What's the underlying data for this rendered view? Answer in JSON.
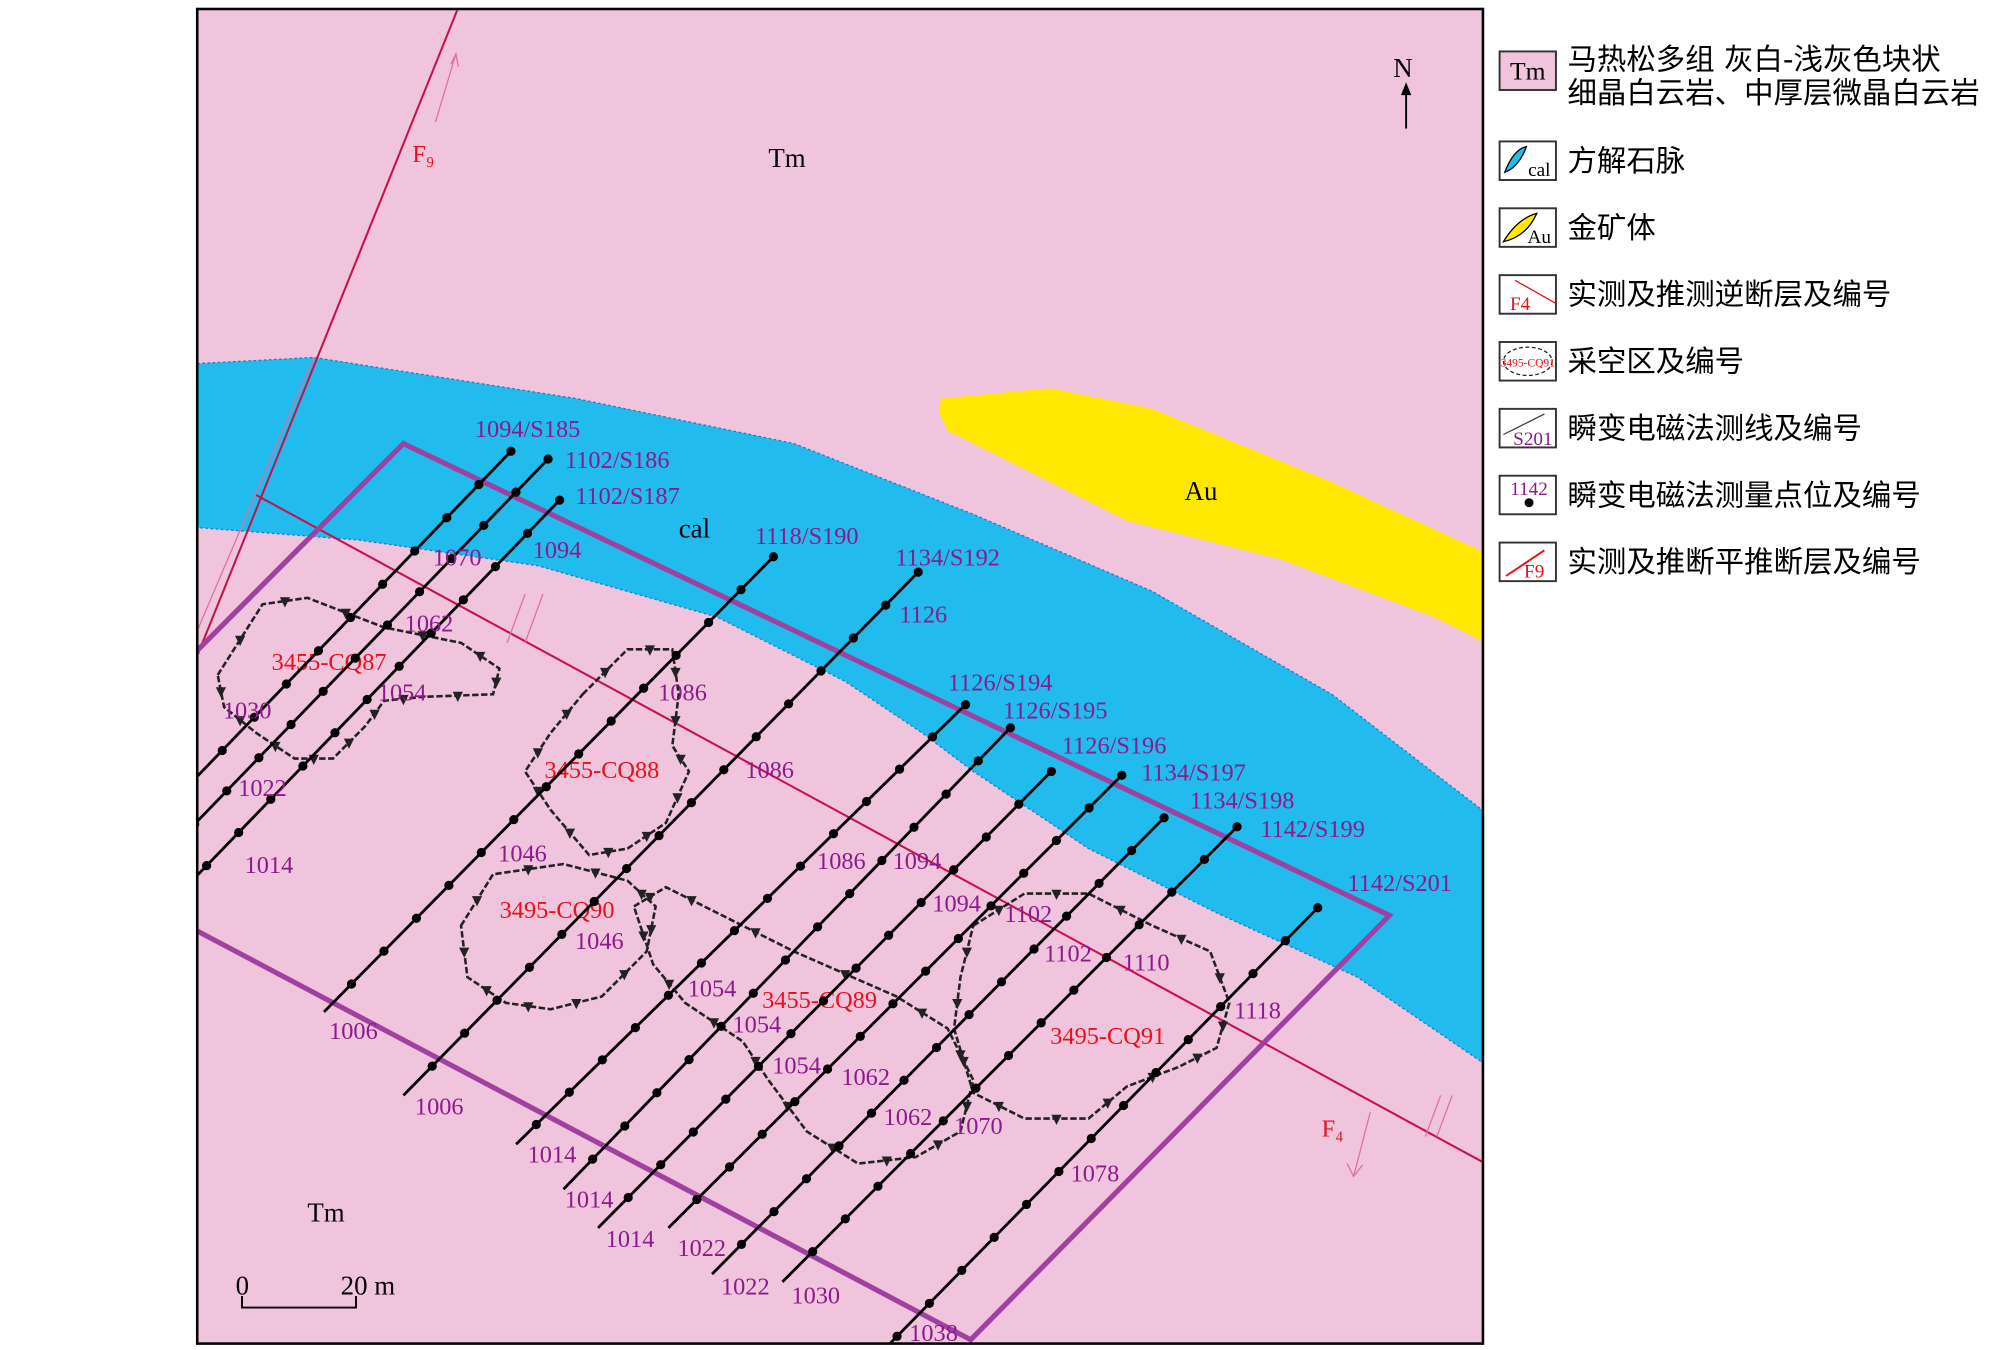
{
  "colors": {
    "tm": "#f0c4dc",
    "cal": "#22bbee",
    "au": "#ffe800",
    "fault": "#c8104a",
    "boundary": "#a040a0",
    "goaf": "#222222",
    "line_label": "#8b1a8b",
    "goaf_label": "#e8101a"
  },
  "map_labels": {
    "tm_top": "Tm",
    "tm_bottom": "Tm",
    "cal": "cal",
    "au": "Au",
    "f9": "F₉",
    "f4": "F₄",
    "north": "N",
    "scale_zero": "0",
    "scale_len": "20 m"
  },
  "survey_lines": [
    "1094/S185",
    "1102/S186",
    "1102/S187",
    "1118/S190",
    "1134/S192",
    "1126/S194",
    "1126/S195",
    "1126/S196",
    "1134/S197",
    "1134/S198",
    "1142/S199",
    "1142/S201"
  ],
  "point_labels": [
    "1070",
    "1094",
    "1062",
    "1054",
    "1030",
    "1022",
    "1014",
    "1126",
    "1086",
    "1086",
    "1046",
    "1046",
    "1086",
    "1094",
    "1094",
    "1102",
    "1102",
    "1110",
    "1118",
    "1054",
    "1054",
    "1054",
    "1062",
    "1062",
    "1070",
    "1078",
    "1006",
    "1006",
    "1014",
    "1014",
    "1014",
    "1022",
    "1022",
    "1030",
    "1038"
  ],
  "goafs": [
    "3455-CQ87",
    "3455-CQ88",
    "3495-CQ90",
    "3455-CQ89",
    "3495-CQ91"
  ],
  "legend": [
    {
      "symbol": "Tm",
      "text1": "马热松多组  灰白-浅灰色块状",
      "text2": "细晶白云岩、中厚层微晶白云岩"
    },
    {
      "symbol": "cal",
      "text1": "方解石脉"
    },
    {
      "symbol": "Au",
      "text1": "金矿体"
    },
    {
      "symbol": "F4",
      "text1": "实测及推测逆断层及编号"
    },
    {
      "symbol": "3495-CQ91",
      "text1": "采空区及编号"
    },
    {
      "symbol": "S201",
      "text1": "瞬变电磁法测线及编号"
    },
    {
      "symbol": "1142",
      "text1": "瞬变电磁法测量点位及编号"
    },
    {
      "symbol": "F9",
      "text1": "实测及推断平推断层及编号"
    }
  ]
}
